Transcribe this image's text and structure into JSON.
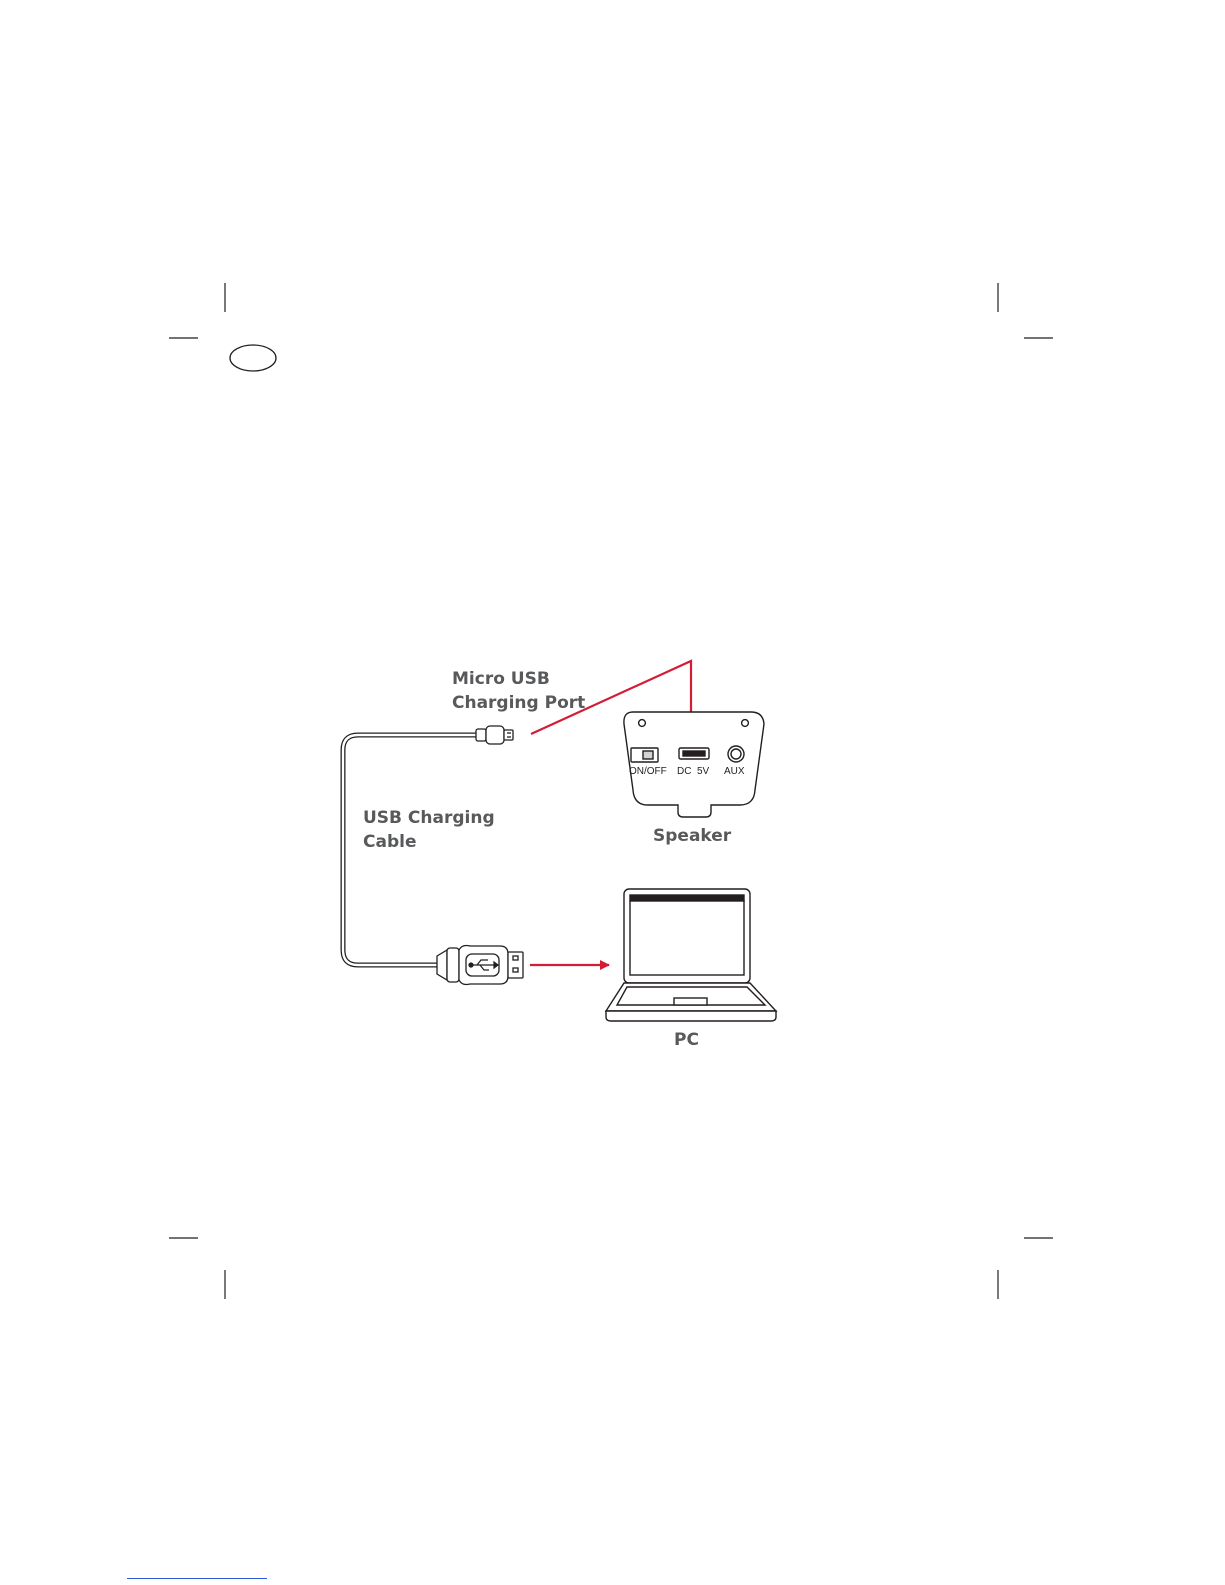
{
  "colors": {
    "arrow": "#d21d35",
    "label": "#58595b",
    "line": "#231f20",
    "link": "#2f5bd8"
  },
  "labels": {
    "micro_usb_port": [
      "Micro USB",
      "Charging Port"
    ],
    "usb_cable": [
      "USB Charging",
      "Cable"
    ],
    "speaker": "Speaker",
    "pc": "PC"
  },
  "speaker_panel": {
    "switch_label": "ON/OFF",
    "dc_label": "DC  5V",
    "aux_label": "AUX"
  },
  "icons": [
    "usb-symbol-icon",
    "arrow-icon",
    "laptop-icon",
    "speaker-panel-icon"
  ]
}
